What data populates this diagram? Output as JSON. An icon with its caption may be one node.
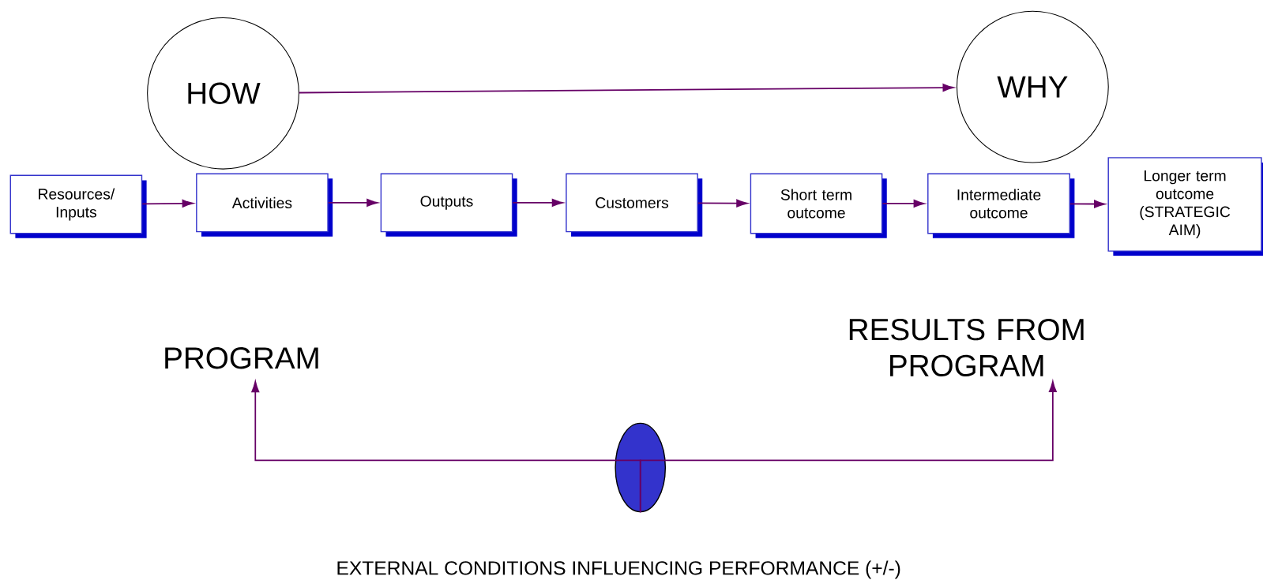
{
  "diagram": {
    "nodes": [
      {
        "text": [
          "HOW"
        ]
      },
      {
        "text": [
          "WHY"
        ]
      },
      {
        "text": [
          "Resources/ Inputs"
        ]
      },
      {
        "text": [
          "Activities"
        ]
      },
      {
        "text": [
          "Outputs"
        ]
      },
      {
        "text": [
          "Customers"
        ]
      },
      {
        "text": [
          "Short term outcome"
        ]
      },
      {
        "text": [
          "Intermediate outcome"
        ]
      },
      {
        "text": [
          "Longer term outcome (STRATEGIC AIM)"
        ]
      },
      {
        "text": [
          "PROGRAM"
        ]
      },
      {
        "text": [
          "RESULTS FROM PROGRAM"
        ]
      },
      {
        "text": [],
        "shape": "ellipse"
      }
    ],
    "edges": [
      {
        "from": 0,
        "to": 1,
        "arrow": "to"
      },
      {
        "from": 2,
        "to": 3,
        "arrow": "to"
      },
      {
        "from": 3,
        "to": 4,
        "arrow": "to"
      },
      {
        "from": 4,
        "to": 5,
        "arrow": "to"
      },
      {
        "from": 5,
        "to": 6,
        "arrow": "to"
      },
      {
        "from": 6,
        "to": 7,
        "arrow": "to"
      },
      {
        "from": 7,
        "to": 8,
        "arrow": "to"
      },
      {
        "from": 11,
        "to": 9,
        "arrow": "to"
      },
      {
        "from": 11,
        "to": 10,
        "arrow": "to"
      }
    ],
    "labels": [
      "EXTERNAL CONDITIONS INFLUENCING PERFORMANCE  (+/-)"
    ]
  }
}
